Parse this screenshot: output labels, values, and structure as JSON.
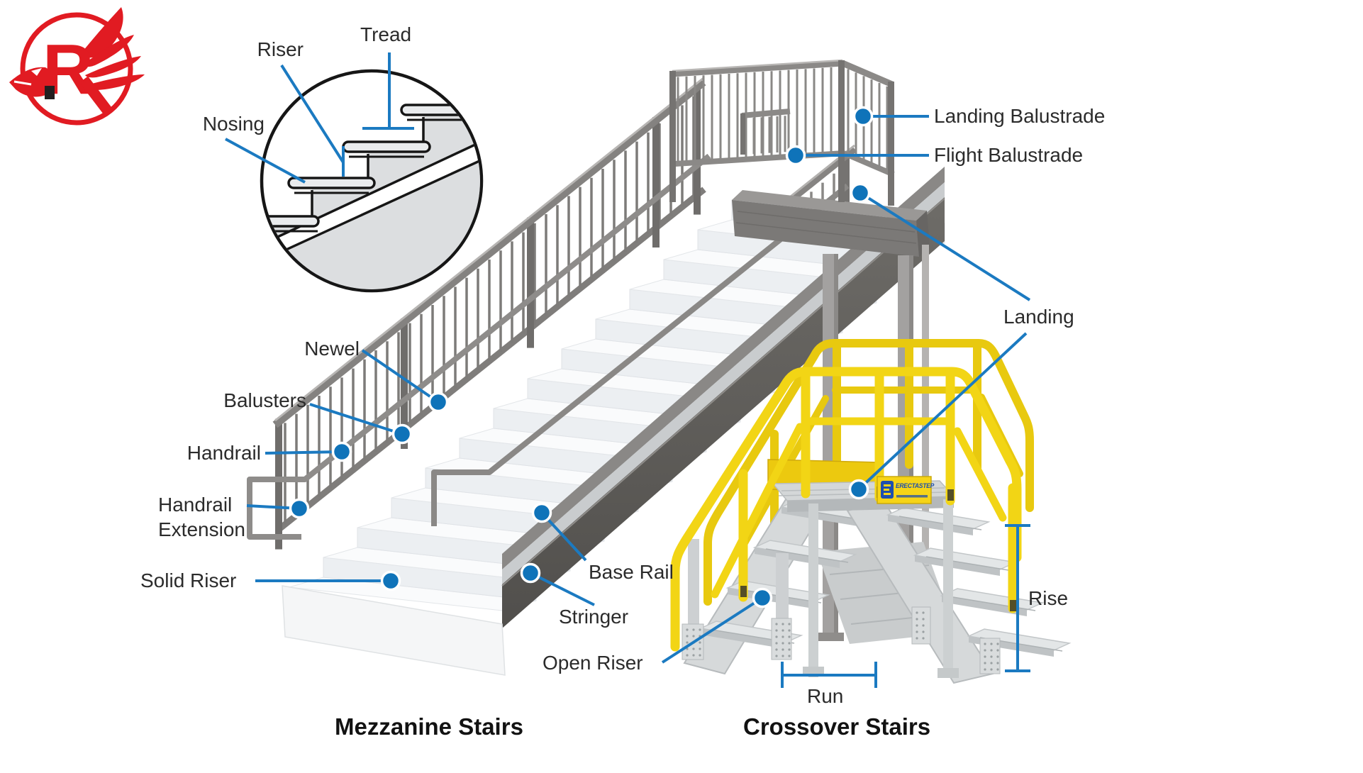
{
  "logo": {
    "letter": "R"
  },
  "colors": {
    "leader_blue": "#1b7ac1",
    "dot_blue": "#0f73b9",
    "label_text": "#2b2b2b",
    "logo_red": "#e11b22",
    "rail_yellow": "#f2d515",
    "sign_blue": "#1d4fae"
  },
  "inset": {
    "riser": "Riser",
    "tread": "Tread",
    "nosing": "Nosing"
  },
  "mezzanine": {
    "caption": "Mezzanine Stairs",
    "newel": "Newel",
    "balusters": "Balusters",
    "handrail": "Handrail",
    "handrail_ext_1": "Handrail",
    "handrail_ext_2": "Extension",
    "solid_riser": "Solid Riser",
    "base_rail": "Base Rail",
    "stringer": "Stringer",
    "landing_balustrade": "Landing Balustrade",
    "flight_balustrade": "Flight Balustrade",
    "landing": "Landing"
  },
  "crossover": {
    "caption": "Crossover Stairs",
    "open_riser": "Open Riser",
    "rise": "Rise",
    "run": "Run",
    "sign": "ERECTASTEP"
  }
}
